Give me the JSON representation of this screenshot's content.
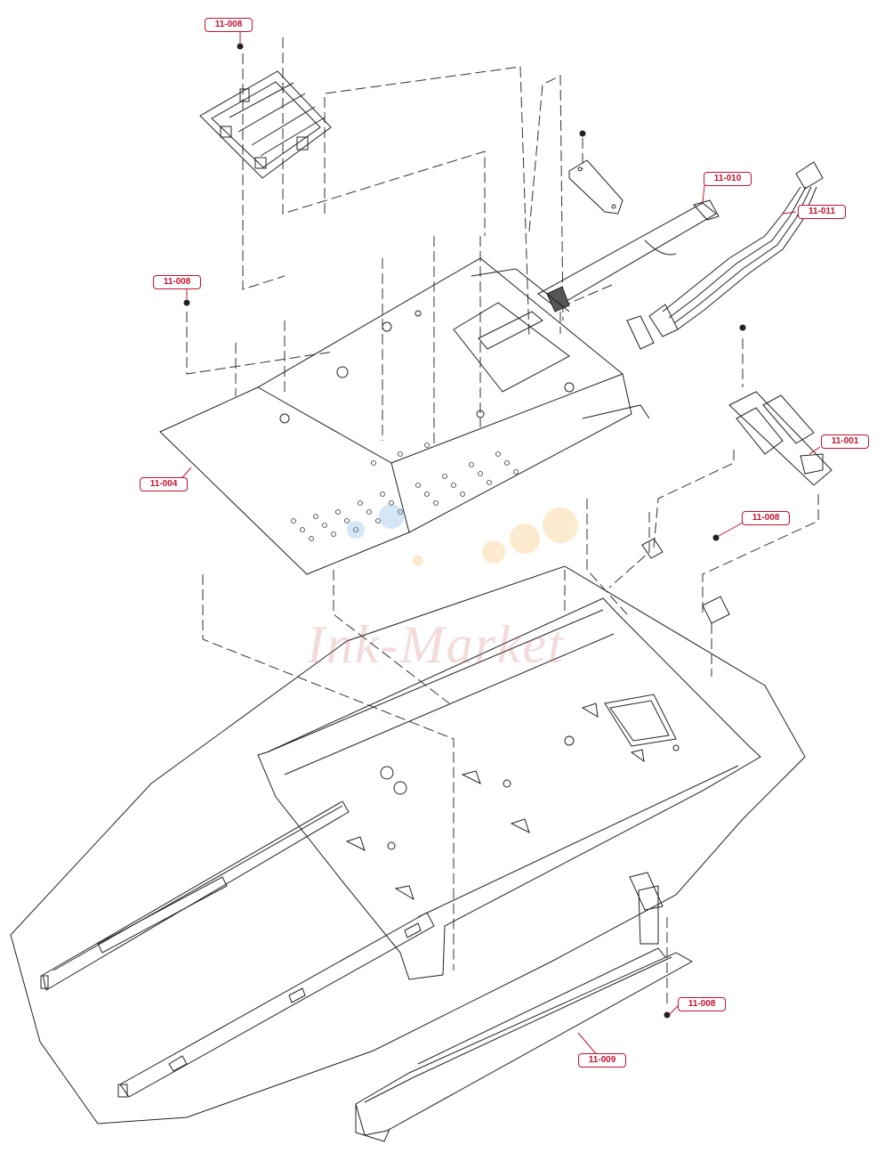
{
  "callouts": [
    {
      "id": "c1",
      "label": "11-008"
    },
    {
      "id": "c2",
      "label": "11-008"
    },
    {
      "id": "c3",
      "label": "11-010"
    },
    {
      "id": "c4",
      "label": "11-011"
    },
    {
      "id": "c5",
      "label": "11-004"
    },
    {
      "id": "c6",
      "label": "11-001"
    },
    {
      "id": "c7",
      "label": "11-008"
    },
    {
      "id": "c8",
      "label": "11-008"
    },
    {
      "id": "c9",
      "label": "11-009"
    }
  ],
  "watermark": {
    "text": "Ink-Market"
  },
  "colors": {
    "callout": "#c8102e",
    "line": "#222222",
    "watermark": "#c85a5a"
  }
}
